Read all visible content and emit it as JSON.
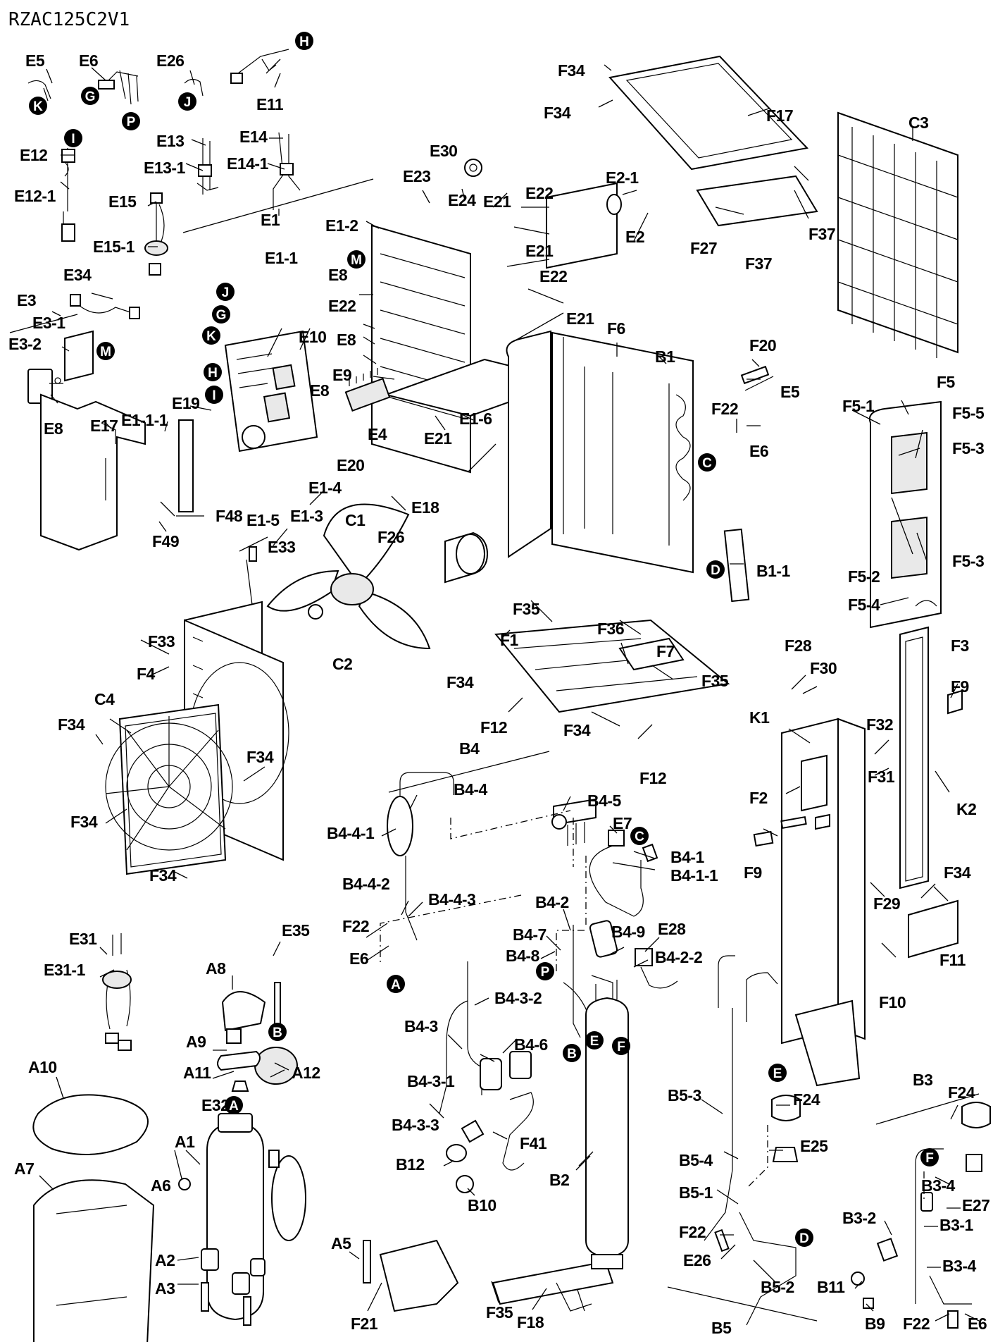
{
  "model": "RZAC125C2V1",
  "group_labels": {
    "E1": "E1",
    "E3": "E3",
    "B4": "B4",
    "B5": "B5",
    "B3": "B3"
  },
  "labels": {
    "E5a": "E5",
    "E6a": "E6",
    "E26a": "E26",
    "E11": "E11",
    "E12": "E12",
    "E12-1": "E12-1",
    "E13": "E13",
    "E13-1": "E13-1",
    "E14": "E14",
    "E14-1": "E14-1",
    "E15": "E15",
    "E15-1": "E15-1",
    "E34": "E34",
    "E3-1": "E3-1",
    "E3-2": "E3-2",
    "E8a": "E8",
    "E17": "E17",
    "E1-1-1": "E1-1-1",
    "E19": "E19",
    "F49": "F49",
    "F48": "F48",
    "E1-1": "E1-1",
    "E10": "E10",
    "E1-2": "E1-2",
    "E8b": "E8",
    "E22a": "E22",
    "E8c": "E8",
    "E9": "E9",
    "E8d": "E8",
    "E23": "E23",
    "E24": "E24",
    "E21a": "E21",
    "E22b": "E22",
    "E21b": "E21",
    "E22c": "E22",
    "E21c": "E21",
    "E21d": "E21",
    "E2": "E2",
    "E2-1": "E2-1",
    "E30": "E30",
    "E4": "E4",
    "E20": "E20",
    "E1-4": "E1-4",
    "E1-5": "E1-5",
    "E1-3": "E1-3",
    "E1-6": "E1-6",
    "E33": "E33",
    "C1": "C1",
    "C2": "C2",
    "F26": "F26",
    "E18": "E18",
    "F34a": "F34",
    "F34b": "F34",
    "F17": "F17",
    "F27": "F27",
    "F37a": "F37",
    "F37b": "F37",
    "C3": "C3",
    "F6": "F6",
    "B1": "B1",
    "F20": "F20",
    "E5b": "E5",
    "F22a": "F22",
    "E6b": "E6",
    "B1-1": "B1-1",
    "F5": "F5",
    "F5-1": "F5-1",
    "F5-5": "F5-5",
    "F5-3a": "F5-3",
    "F5-3b": "F5-3",
    "F5-2": "F5-2",
    "F5-4": "F5-4",
    "F35a": "F35",
    "F36": "F36",
    "F1": "F1",
    "F7": "F7",
    "F34c": "F34",
    "F35b": "F35",
    "F12a": "F12",
    "F34d": "F34",
    "F12b": "F12",
    "F33": "F33",
    "F4": "F4",
    "C4": "C4",
    "F34e": "F34",
    "F34f": "F34",
    "F34g": "F34",
    "F34h": "F34",
    "F28": "F28",
    "F30": "F30",
    "K1": "K1",
    "F32": "F32",
    "F31": "F31",
    "F2": "F2",
    "F9a": "F9",
    "F29": "F29",
    "F10": "F10",
    "F3": "F3",
    "F9b": "F9",
    "K2": "K2",
    "F34i": "F34",
    "F11": "F11",
    "B4-4": "B4-4",
    "B4-4-1": "B4-4-1",
    "B4-4-2": "B4-4-2",
    "B4-4-3": "B4-4-3",
    "F22b": "F22",
    "E6c": "E6",
    "B4-5": "B4-5",
    "E7": "E7",
    "B4-1": "B4-1",
    "B4-1-1": "B4-1-1",
    "B4-2": "B4-2",
    "B4-7": "B4-7",
    "B4-8": "B4-8",
    "B4-9": "B4-9",
    "E28": "E28",
    "B4-2-2": "B4-2-2",
    "B4-3-2": "B4-3-2",
    "B4-3": "B4-3",
    "B4-6": "B4-6",
    "B4-3-1": "B4-3-1",
    "B4-3-3": "B4-3-3",
    "F41": "F41",
    "B12": "B12",
    "B10": "B10",
    "B2": "B2",
    "E31": "E31",
    "E31-1": "E31-1",
    "A8": "A8",
    "E35": "E35",
    "A9": "A9",
    "A11": "A11",
    "E32": "E32",
    "A12": "A12",
    "A10": "A10",
    "A7": "A7",
    "A1": "A1",
    "A6": "A6",
    "A2": "A2",
    "A3": "A3",
    "A5": "A5",
    "F21": "F21",
    "F35c": "F35",
    "F18": "F18",
    "B5-3": "B5-3",
    "F24a": "F24",
    "E25": "E25",
    "B5-4": "B5-4",
    "B5-1": "B5-1",
    "F22c": "F22",
    "E26b": "E26",
    "B5-2": "B5-2",
    "F24b": "F24",
    "B3-4a": "B3-4",
    "E27": "E27",
    "B3-2": "B3-2",
    "B3-1": "B3-1",
    "B3-4b": "B3-4",
    "B11": "B11",
    "B9": "B9",
    "F22d": "F22",
    "E6d": "E6"
  },
  "markers": {
    "H1": "H",
    "G1": "G",
    "K1": "K",
    "P1": "P",
    "J1": "J",
    "I1": "I",
    "M1": "M",
    "M2": "M",
    "J2": "J",
    "G2": "G",
    "K2": "K",
    "H2": "H",
    "I2": "I",
    "C1": "C",
    "D1": "D",
    "C2": "C",
    "A1": "A",
    "P2": "P",
    "B1": "B",
    "A2": "A",
    "B2": "B",
    "E1": "E",
    "F1": "F",
    "E2": "E",
    "D2": "D",
    "F2": "F"
  }
}
